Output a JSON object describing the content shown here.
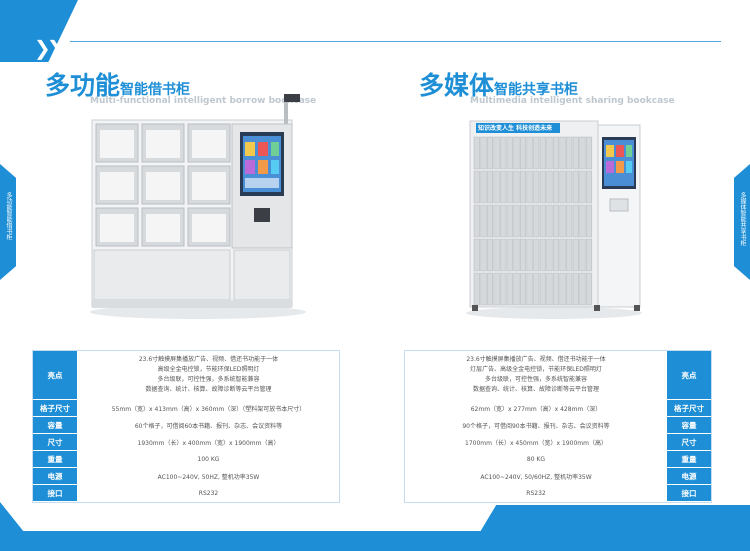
{
  "side_left_text": "多功能智能借书柜",
  "side_right_text": "多媒体智能共享书柜",
  "products": [
    {
      "title_big": "多功能",
      "title_small": "智能借书柜",
      "subtitle_en": "Multi-functional intelligent borrow bookcase",
      "specs": [
        {
          "label": "亮点",
          "lines": [
            "23.6寸触摸屏集播放广告、视频、借还书功能于一体",
            "高级全金电控锁，节能环保LED照明灯",
            "多台级联，可控性强，多系统智能兼容",
            "数据查询、统计、核算、故障诊断等云平台管理"
          ]
        },
        {
          "label": "格子尺寸",
          "lines": [
            "55mm（宽）x 413mm（高）x 360mm（深）（塑料架可放书本尺寸）"
          ]
        },
        {
          "label": "容量",
          "lines": [
            "60个格子，可借阅60本书籍、报刊、杂志、会议资料等"
          ]
        },
        {
          "label": "尺寸",
          "lines": [
            "1930mm（长）x 400mm（宽）x 1900mm（高）"
          ]
        },
        {
          "label": "重量",
          "lines": [
            "100 KG"
          ]
        },
        {
          "label": "电源",
          "lines": [
            "AC100~240V, 50HZ, 整机功率35W"
          ]
        },
        {
          "label": "接口",
          "lines": [
            "RS232"
          ]
        }
      ]
    },
    {
      "title_big": "多媒体",
      "title_small": "智能共享书柜",
      "subtitle_en": "Multimedia intelligent sharing bookcase",
      "screen_banner": "知识改变人生  科技创造未来",
      "specs": [
        {
          "label": "亮点",
          "lines": [
            "23.6寸触摸屏集播放广告、视频、借还书功能于一体",
            "灯层广告、高级全金电控锁，节能环保LED照明灯",
            "多台级联，可控性强，多系统智能兼容",
            "数据查询、统计、核算、故障诊断等云平台管理"
          ]
        },
        {
          "label": "格子尺寸",
          "lines": [
            "62mm（宽）x 277mm（高）x 428mm（深）"
          ]
        },
        {
          "label": "容量",
          "lines": [
            "90个格子，可借阅90本书籍、报刊、杂志、会议资料等"
          ]
        },
        {
          "label": "尺寸",
          "lines": [
            "1700mm（长）x 450mm（宽）x 1900mm（高）"
          ]
        },
        {
          "label": "重量",
          "lines": [
            "80 KG"
          ]
        },
        {
          "label": "电源",
          "lines": [
            "AC100~240V, 50/60HZ, 整机功率35W"
          ]
        },
        {
          "label": "接口",
          "lines": [
            "RS232"
          ]
        }
      ]
    }
  ],
  "colors": {
    "accent": "#1e8fd6",
    "line": "#4ea8e3"
  }
}
